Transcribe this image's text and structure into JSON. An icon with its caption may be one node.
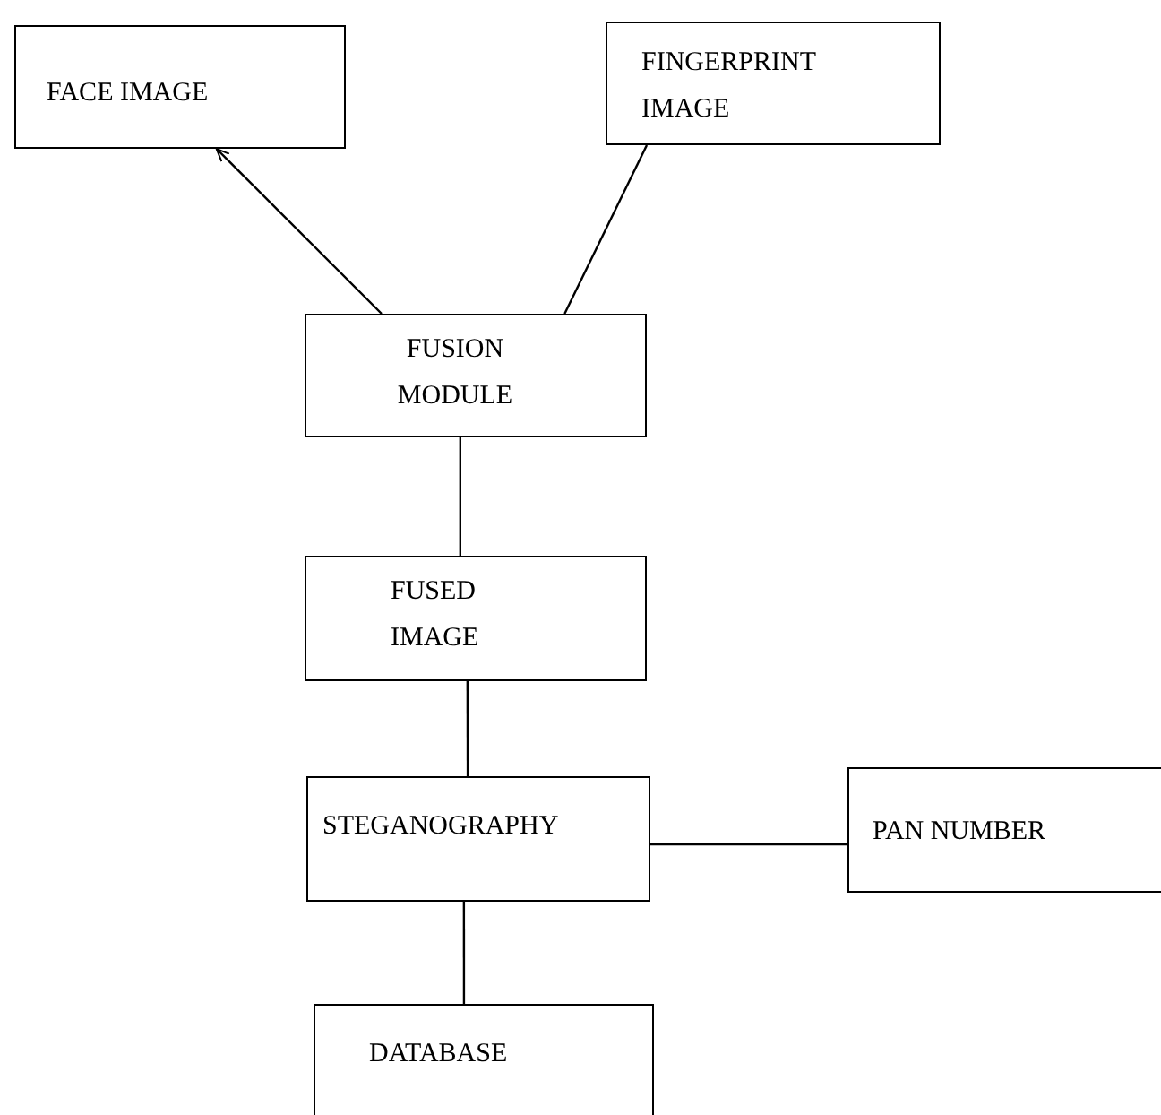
{
  "diagram": {
    "nodes": [
      {
        "text": [
          "FACE IMAGE"
        ]
      },
      {
        "text": [
          "FINGERPRINT IMAGE"
        ]
      },
      {
        "text": [
          "FUSION MODULE"
        ]
      },
      {
        "text": [
          "FUSED IMAGE"
        ]
      },
      {
        "text": [
          "STEGANOGRAPHY"
        ]
      },
      {
        "text": [
          "PAN NUMBER"
        ]
      },
      {
        "text": [
          "DATABASE"
        ]
      }
    ],
    "edges": [
      {
        "from": 2,
        "to": 0,
        "arrow": "to"
      },
      {
        "from": 1,
        "to": 2,
        "arrow": "none"
      },
      {
        "from": 2,
        "to": 3,
        "arrow": "none"
      },
      {
        "from": 3,
        "to": 4,
        "arrow": "none"
      },
      {
        "from": 4,
        "to": 5,
        "arrow": "none"
      },
      {
        "from": 4,
        "to": 6,
        "arrow": "none"
      }
    ]
  }
}
